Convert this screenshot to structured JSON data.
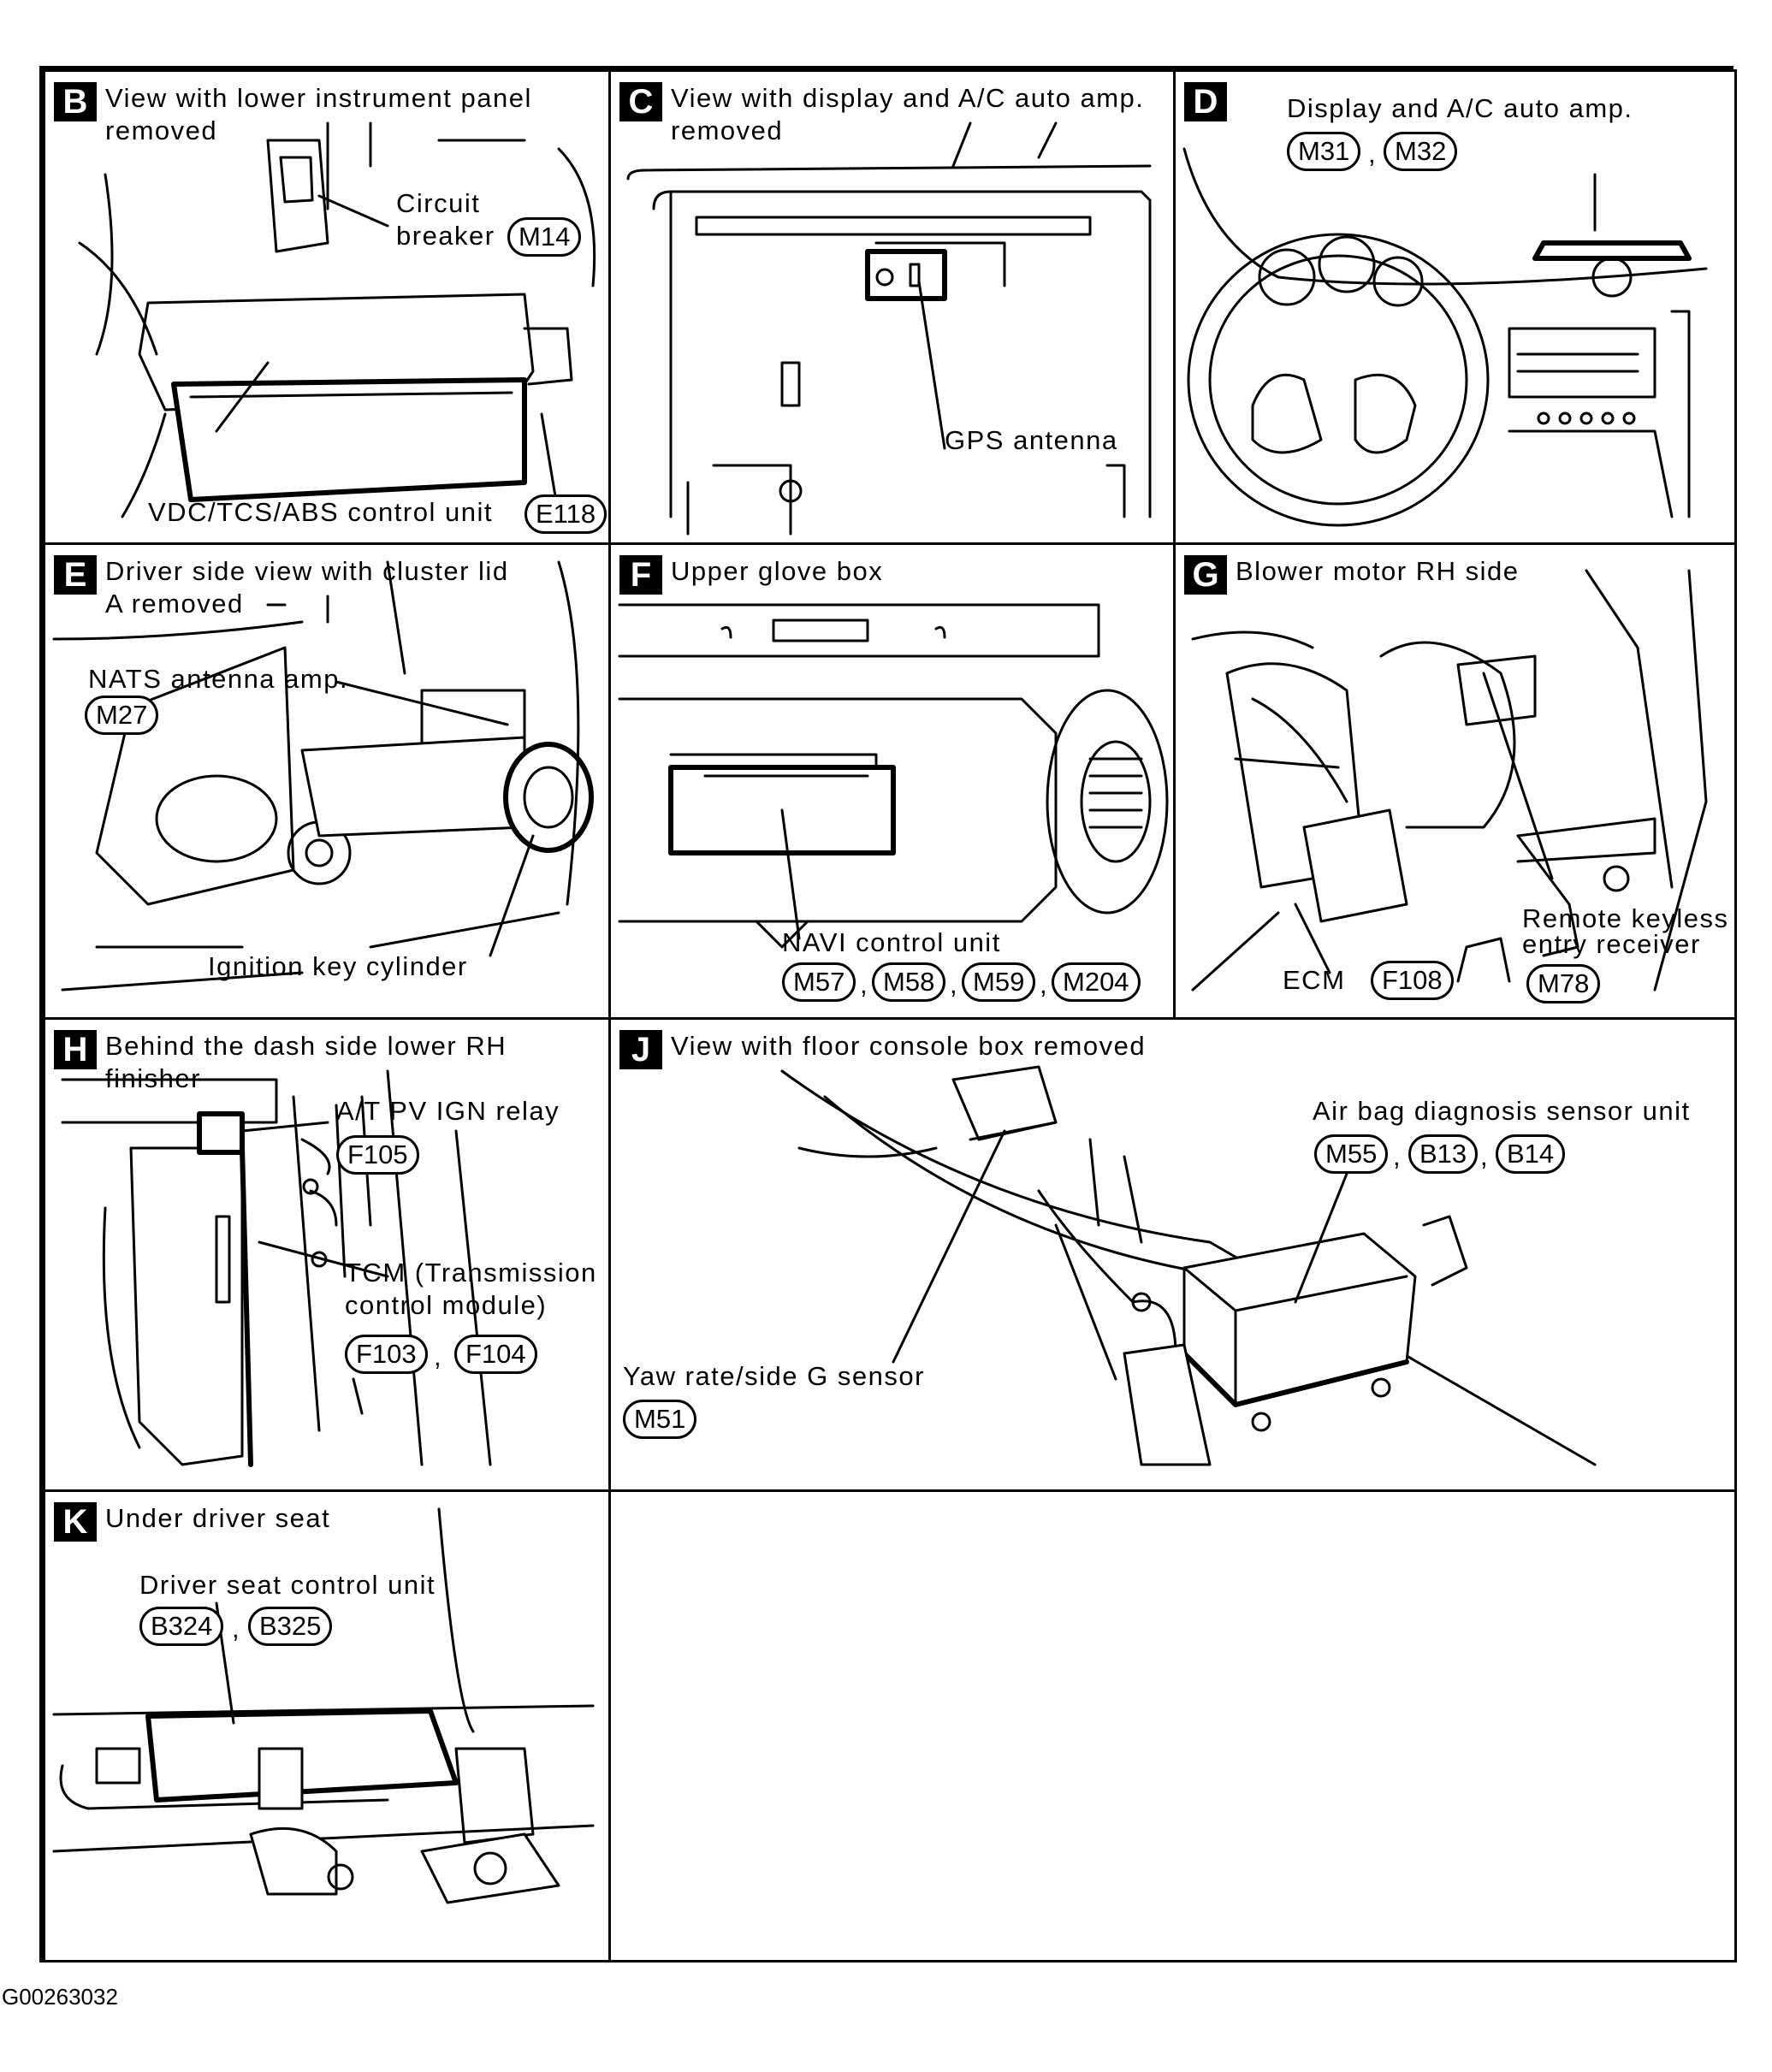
{
  "panels": {
    "B": {
      "letter": "B",
      "caption_line1": "View with lower instrument panel",
      "caption_line2": "removed",
      "circuit_breaker_line1": "Circuit",
      "circuit_breaker_line2": "breaker",
      "circuit_breaker_connector": "M14",
      "control_unit_label": "VDC/TCS/ABS control unit",
      "control_unit_connector": "E118"
    },
    "C": {
      "letter": "C",
      "caption_line1": "View with display and A/C auto amp.",
      "caption_line2": "removed",
      "gps_label": "GPS antenna"
    },
    "D": {
      "letter": "D",
      "display_label": "Display and A/C auto amp.",
      "connectors": [
        "M31",
        "M32"
      ]
    },
    "E": {
      "letter": "E",
      "caption_line1": "Driver side view with cluster lid",
      "caption_line2": "A removed",
      "nats_label": "NATS antenna amp.",
      "nats_connector": "M27",
      "ignition_label": "Ignition key cylinder"
    },
    "F": {
      "letter": "F",
      "caption": "Upper glove box",
      "navi_label": "NAVI control unit",
      "connectors": [
        "M57",
        "M58",
        "M59",
        "M204"
      ]
    },
    "G": {
      "letter": "G",
      "caption": "Blower motor RH side",
      "remote_label_line1": "Remote keyless",
      "remote_label_line2": "entry receiver",
      "ecm_label": "ECM",
      "ecm_connector": "F108",
      "remote_connector": "M78"
    },
    "H": {
      "letter": "H",
      "caption_line1": "Behind the dash side lower RH",
      "caption_line2": "finisher",
      "relay_label": "A/T PV IGN relay",
      "relay_connector": "F105",
      "tcm_label_line1": "TCM (Transmission",
      "tcm_label_line2": "control module)",
      "tcm_connectors": [
        "F103",
        "F104"
      ]
    },
    "J": {
      "letter": "J",
      "caption": "View with floor console box removed",
      "airbag_label": "Air bag diagnosis sensor unit",
      "airbag_connectors": [
        "M55",
        "B13",
        "B14"
      ],
      "yaw_label": "Yaw rate/side G sensor",
      "yaw_connector": "M51"
    },
    "K": {
      "letter": "K",
      "caption": "Under driver seat",
      "seat_label": "Driver seat control unit",
      "seat_connectors": [
        "B324",
        "B325"
      ]
    }
  },
  "figure_id": "G00263032"
}
